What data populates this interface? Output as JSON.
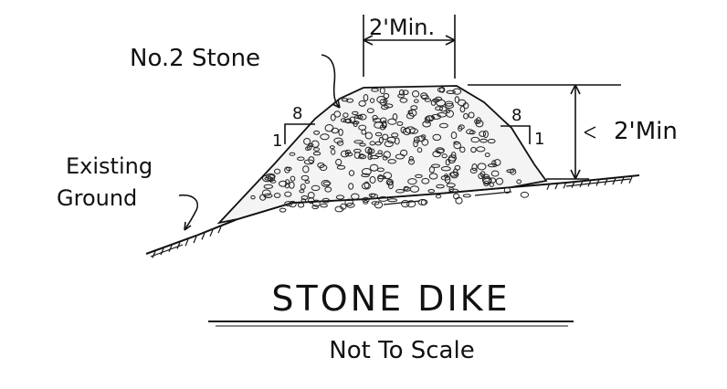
{
  "drawing": {
    "title": "STONE DIKE",
    "subtitle": "Not To Scale"
  },
  "labels": {
    "top_width": "2'Min.",
    "material": "No.2 Stone",
    "existing_ground_line1": "Existing",
    "existing_ground_line2": "Ground",
    "height": "2'Min",
    "left_slope_run": "8",
    "left_slope_rise": "1",
    "right_slope_run": "8",
    "right_slope_rise": "1"
  }
}
